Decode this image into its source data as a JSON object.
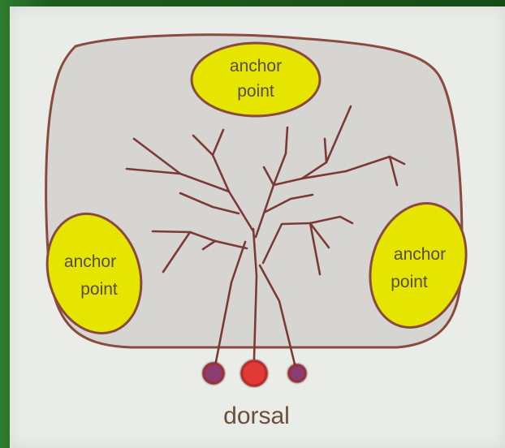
{
  "diagram": {
    "anchor_label": "anchor point",
    "anchors": [
      {
        "line1": "anchor",
        "line2": "point"
      },
      {
        "line1": "anchor",
        "line2": "point"
      },
      {
        "line1": "anchor",
        "line2": "point"
      }
    ],
    "bottom_label": "dorsal",
    "colors": {
      "green_frame": "#1f5d1f",
      "panel": "#e9ece7",
      "cell_fill": "#d7d5d2",
      "cell_border": "#8b4a3e",
      "anchor_fill": "#e5e500",
      "dendrite": "#7b3a36",
      "red_soma": "#e23737",
      "purple_soma": "#8a3e73"
    }
  }
}
